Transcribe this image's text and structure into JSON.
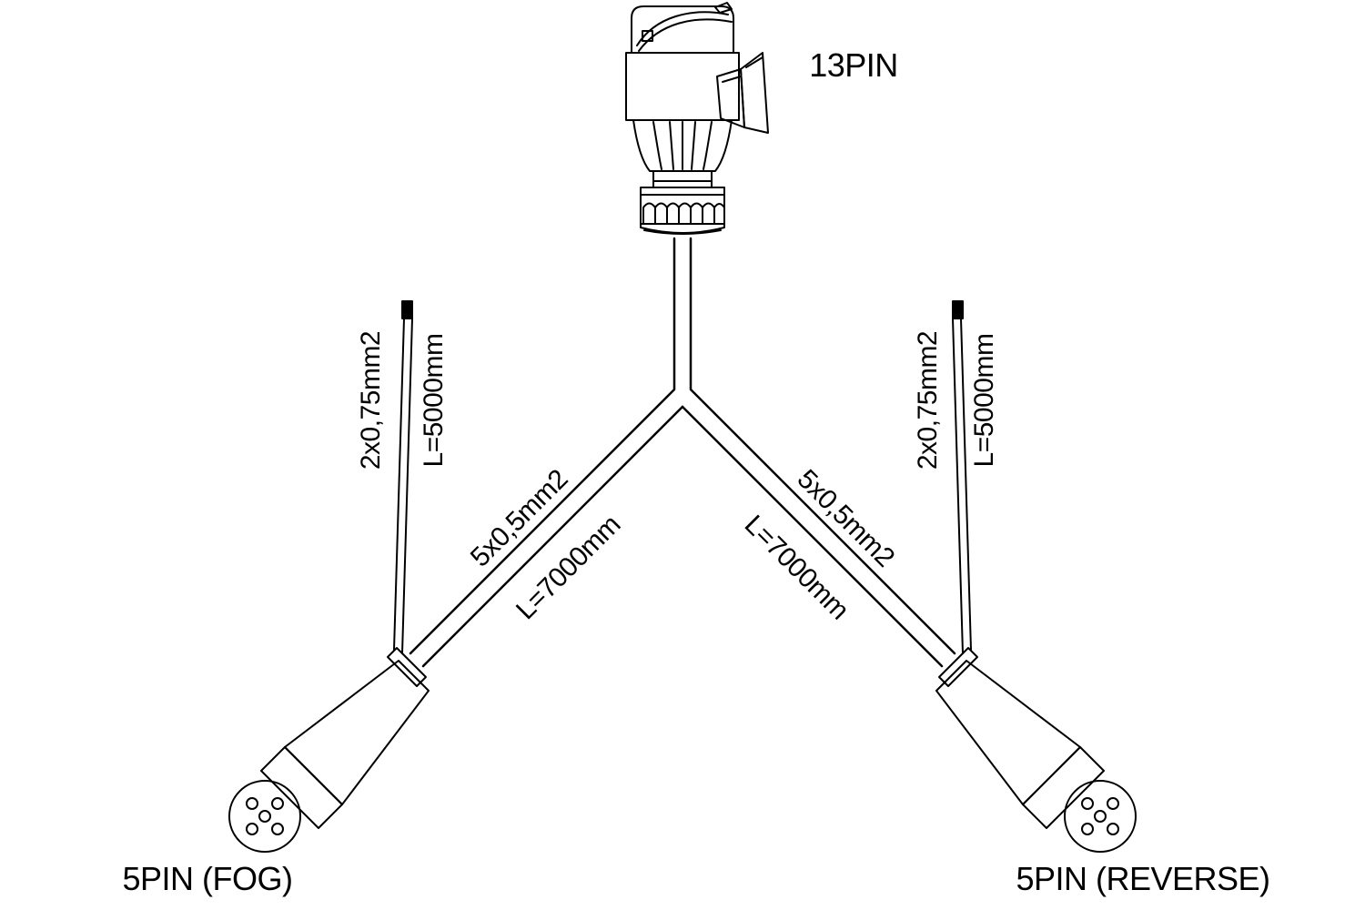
{
  "page": {
    "background": "#ffffff",
    "line_color": "#000000"
  },
  "labels": {
    "top_connector": "13PIN",
    "bottom_left_connector": "5PIN (FOG)",
    "bottom_right_connector": "5PIN (REVERSE)"
  },
  "left_aux_wire": {
    "spec": "2x0,75mm2",
    "length": "L=5000mm"
  },
  "right_aux_wire": {
    "spec": "2x0,75mm2",
    "length": "L=5000mm"
  },
  "left_main_cable": {
    "spec": "5x0,5mm2",
    "length": "L=7000mm"
  },
  "right_main_cable": {
    "spec": "5x0,5mm2",
    "length": "L=7000mm"
  }
}
